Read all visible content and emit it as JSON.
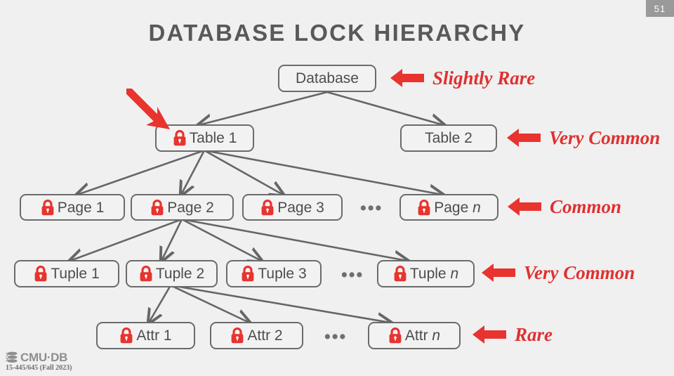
{
  "slide": {
    "page_number": "51",
    "title": "DATABASE LOCK HIERARCHY",
    "background_color": "#f0f0f0",
    "title_color": "#59595b",
    "accent_color": "#e03030",
    "box_border_color": "#6b6b6b",
    "edge_color": "#666666"
  },
  "nodes": {
    "database": {
      "label": "Database",
      "locked": false
    },
    "table1": {
      "label": "Table 1",
      "locked": true
    },
    "table2": {
      "label": "Table 2",
      "locked": false
    },
    "page1": {
      "label": "Page 1",
      "locked": true
    },
    "page2": {
      "label": "Page 2",
      "locked": true
    },
    "page3": {
      "label": "Page 3",
      "locked": true
    },
    "pagen": {
      "label": "Page ",
      "label_italic": "n",
      "locked": true
    },
    "tuple1": {
      "label": "Tuple 1",
      "locked": true
    },
    "tuple2": {
      "label": "Tuple 2",
      "locked": true
    },
    "tuple3": {
      "label": "Tuple 3",
      "locked": true
    },
    "tuplen": {
      "label": "Tuple ",
      "label_italic": "n",
      "locked": true
    },
    "attr1": {
      "label": "Attr 1",
      "locked": true
    },
    "attr2": {
      "label": "Attr 2",
      "locked": true
    },
    "attrn": {
      "label": "Attr ",
      "label_italic": "n",
      "locked": true
    }
  },
  "ellipses": {
    "pages": "•••",
    "tuples": "•••",
    "attrs": "•••"
  },
  "annotations": {
    "database": "Slightly Rare",
    "table": "Very Common",
    "page": "Common",
    "tuple": "Very Common",
    "attr": "Rare"
  },
  "icons": {
    "lock": "lock-icon",
    "red_arrow_left": "red-left-arrow-icon",
    "red_pointer": "red-diagonal-pointer-arrow-icon",
    "logo": "cmu-db-logo-icon"
  },
  "footer": {
    "logo_text": "CMU·DB",
    "course": "15-445/645 (Fall 2023)"
  }
}
